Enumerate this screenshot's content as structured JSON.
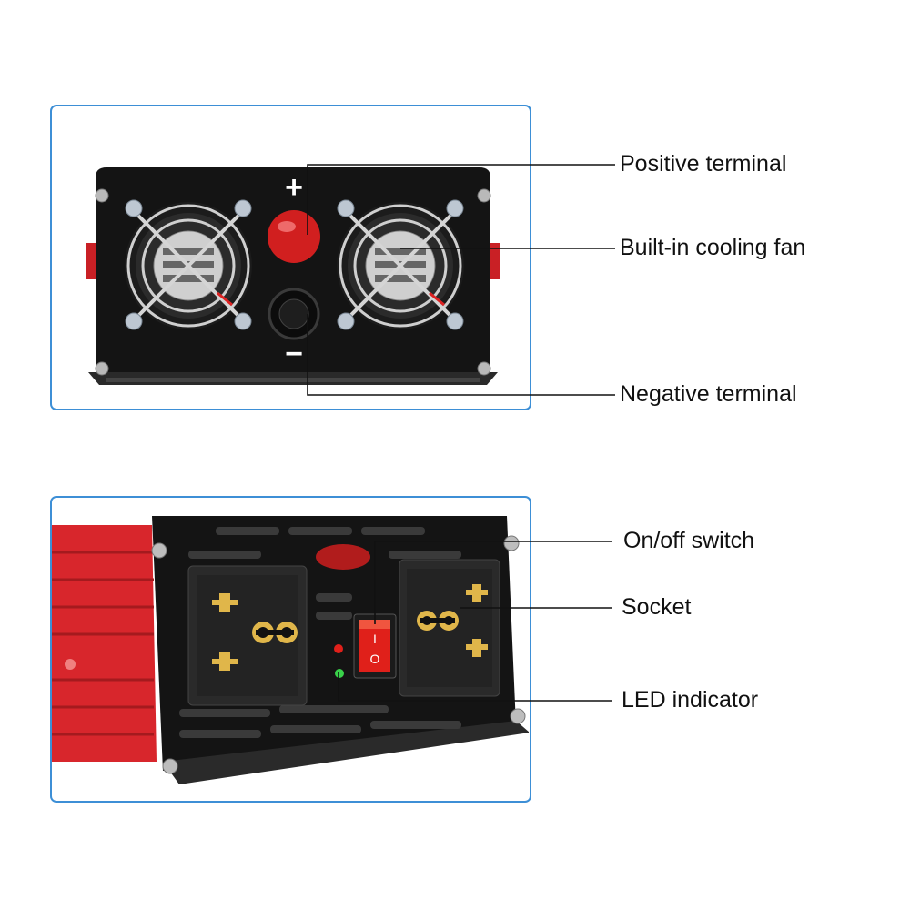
{
  "callouts": {
    "positive_terminal": "Positive terminal",
    "cooling_fan": "Built-in cooling fan",
    "negative_terminal": "Negative terminal",
    "on_off_switch": "On/off switch",
    "socket": "Socket",
    "led_indicator": "LED indicator"
  },
  "symbols": {
    "plus": "+",
    "minus": "−",
    "switch_on": "I",
    "switch_off": "O"
  },
  "colors": {
    "frame_border": "#3d8fd6",
    "panel_black": "#141414",
    "housing_red": "#d8262c",
    "terminal_red": "#d11f1f",
    "led_red": "#e0201a",
    "led_green": "#39d24a"
  }
}
